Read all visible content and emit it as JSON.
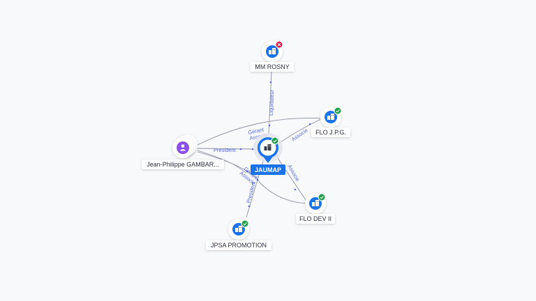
{
  "colors": {
    "company": "#1a73e8",
    "person": "#8a4fe6",
    "edge": "#8a8fa0",
    "edge_label": "#5a6ad8",
    "status_active": "#1e9e49",
    "status_closed": "#d81b46"
  },
  "nodes": {
    "center": {
      "label": "JAUMAP",
      "icon": "building-icon",
      "status": "active"
    },
    "mm_rosny": {
      "label": "MM ROSNY",
      "icon": "building-icon",
      "status": "closed"
    },
    "flo_jpg": {
      "label": "FLO J.P.G.",
      "icon": "building-icon",
      "status": "active"
    },
    "flo_dev": {
      "label": "FLO DEV II",
      "icon": "building-icon",
      "status": "active"
    },
    "jpsa": {
      "label": "JPSA PROMOTION",
      "icon": "building-icon",
      "status": "active"
    },
    "person": {
      "label": "Jean-Philippe GAMBAR...",
      "icon": "person-icon"
    }
  },
  "edges": {
    "liquidateur": "Liquidateur",
    "associe_flo_jpg": "Associe",
    "associe_flo_dev": "Associe",
    "president_person": "President",
    "gerant_person": "Gerant",
    "associe_person": "Associe",
    "gerant_jpsa": "Gerant",
    "associe_jpsa": "Associe",
    "president_jpsa": "President"
  }
}
